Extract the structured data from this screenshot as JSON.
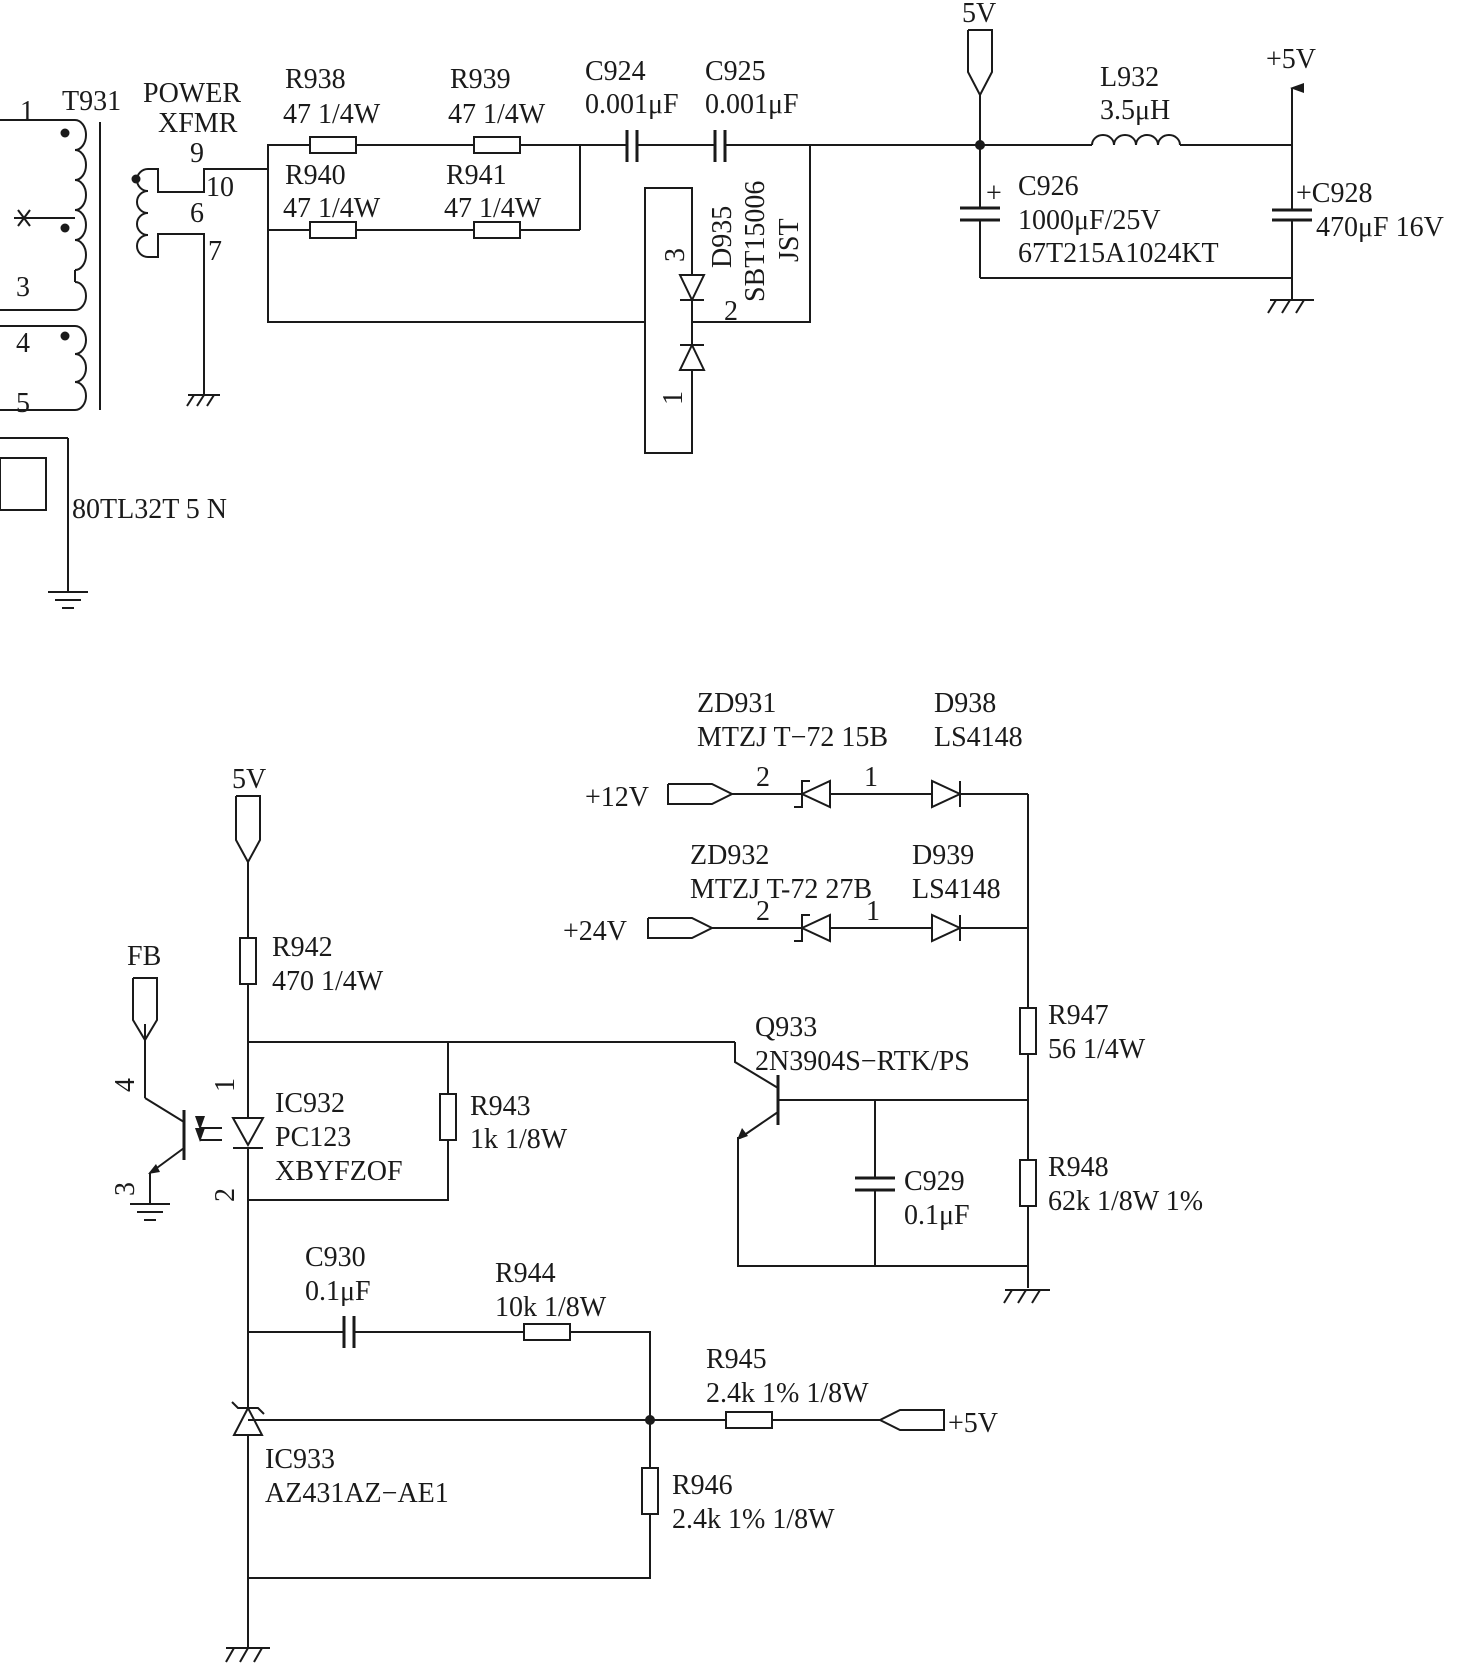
{
  "labels": {
    "rail_5v_top": "5V",
    "rail_plus5v_top": "+5V",
    "t931": {
      "ref": "T931",
      "name_line1": "POWER",
      "name_line2": "XFMR",
      "pin1": "1",
      "pin3": "3",
      "pin4": "4",
      "pin5": "5",
      "pin6": "6",
      "pin7": "7",
      "pin9": "9",
      "pin10": "10",
      "part": "80TL32T 5 N"
    },
    "r938": {
      "ref": "R938",
      "value": "47 1/4W"
    },
    "r939": {
      "ref": "R939",
      "value": "47 1/4W"
    },
    "r940": {
      "ref": "R940",
      "value": "47 1/4W"
    },
    "r941": {
      "ref": "R941",
      "value": "47 1/4W"
    },
    "c924": {
      "ref": "C924",
      "value": "0.001μF"
    },
    "c925": {
      "ref": "C925",
      "value": "0.001μF"
    },
    "d935": {
      "ref": "D935",
      "part": "SBT15006",
      "suffix": "JST",
      "pin1": "1",
      "pin2": "2",
      "pin3": "3"
    },
    "l932": {
      "ref": "L932",
      "value": "3.5μH"
    },
    "c926": {
      "ref": "C926",
      "value": "1000μF/25V",
      "part": "67T215A1024KT",
      "polarity": "+"
    },
    "c928": {
      "ref": "+C928",
      "value": "470μF 16V"
    },
    "rail_5v_bottom": "5V",
    "fb": "FB",
    "r942": {
      "ref": "R942",
      "value": "470 1/4W"
    },
    "ic932": {
      "ref": "IC932",
      "part": "PC123",
      "code": "XBYFZOF",
      "pin1": "1",
      "pin2": "2",
      "pin3": "3",
      "pin4": "4"
    },
    "r943": {
      "ref": "R943",
      "value": "1k 1/8W"
    },
    "zd931": {
      "ref": "ZD931",
      "part": "MTZJ T−72 15B",
      "pin1": "1",
      "pin2": "2"
    },
    "d938": {
      "ref": "D938",
      "part": "LS4148"
    },
    "zd932": {
      "ref": "ZD932",
      "part": "MTZJ T-72 27B",
      "pin1": "1",
      "pin2": "2"
    },
    "d939": {
      "ref": "D939",
      "part": "LS4148"
    },
    "rail_12v": "+12V",
    "rail_24v": "+24V",
    "q933": {
      "ref": "Q933",
      "part": "2N3904S−RTK/PS"
    },
    "r947": {
      "ref": "R947",
      "value": "56 1/4W"
    },
    "c929": {
      "ref": "C929",
      "value": "0.1μF"
    },
    "r948": {
      "ref": "R948",
      "value": "62k 1/8W 1%"
    },
    "c930": {
      "ref": "C930",
      "value": "0.1μF"
    },
    "r944": {
      "ref": "R944",
      "value": "10k 1/8W"
    },
    "r945": {
      "ref": "R945",
      "value": "2.4k 1% 1/8W"
    },
    "rail_plus5v_bottom": "+5V",
    "ic933": {
      "ref": "IC933",
      "part": "AZ431AZ−AE1"
    },
    "r946": {
      "ref": "R946",
      "value": "2.4k 1% 1/8W"
    }
  }
}
